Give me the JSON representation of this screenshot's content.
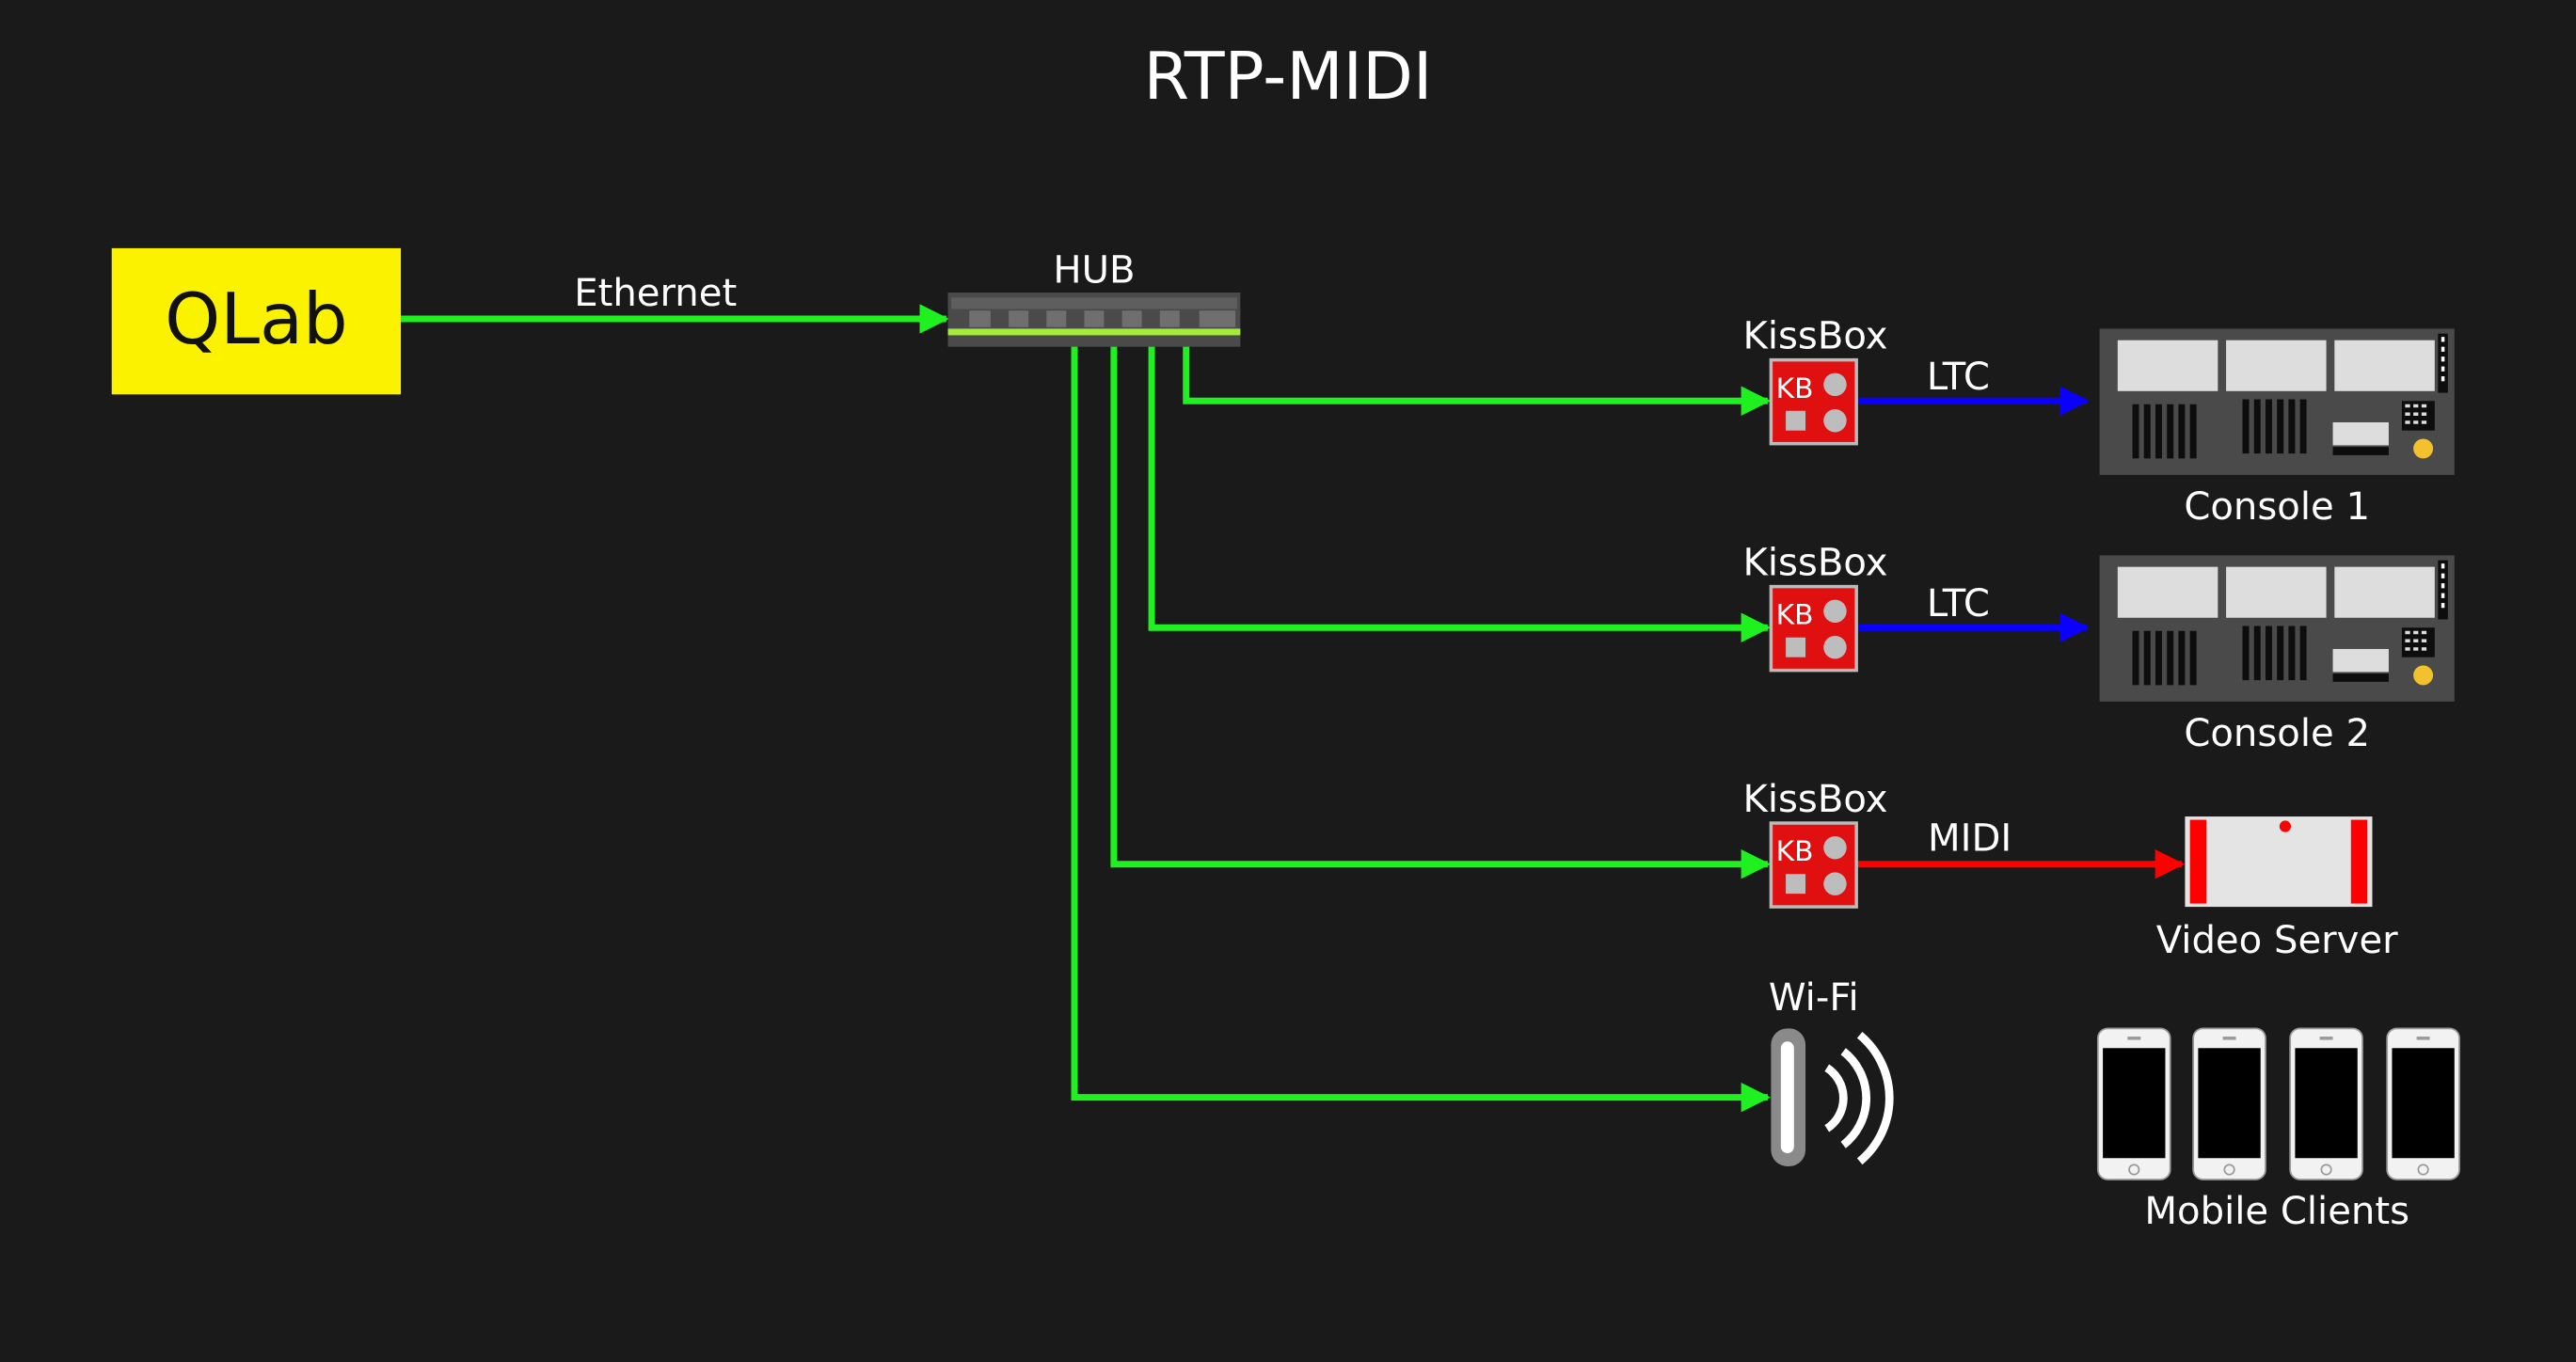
{
  "title": "RTP-MIDI",
  "colors": {
    "background": "#1a1a1a",
    "ethernet": "#1ff01f",
    "ltc": "#0a00ff",
    "midi": "#ff0000",
    "qlab_box": "#fbf200",
    "kissbox": "#e01010",
    "console_body": "#4a4a4a",
    "label": "#ffffff"
  },
  "source": {
    "label": "QLab"
  },
  "hub": {
    "label": "HUB"
  },
  "links": {
    "ethernet_label": "Ethernet",
    "ltc_label_1": "LTC",
    "ltc_label_2": "LTC",
    "midi_label": "MIDI"
  },
  "kissboxes": [
    {
      "label": "KissBox",
      "badge": "KB"
    },
    {
      "label": "KissBox",
      "badge": "KB"
    },
    {
      "label": "KissBox",
      "badge": "KB"
    }
  ],
  "wifi": {
    "label": "Wi-Fi"
  },
  "devices": {
    "console_1": "Console 1",
    "console_2": "Console 2",
    "video_server": "Video Server",
    "mobile_clients": "Mobile Clients"
  },
  "icons": {
    "hub": "network-hub-icon",
    "kissbox": "kissbox-interface-icon",
    "console": "lighting-console-icon",
    "video_server": "video-server-icon",
    "wifi": "wifi-access-point-icon",
    "phone": "smartphone-icon"
  }
}
